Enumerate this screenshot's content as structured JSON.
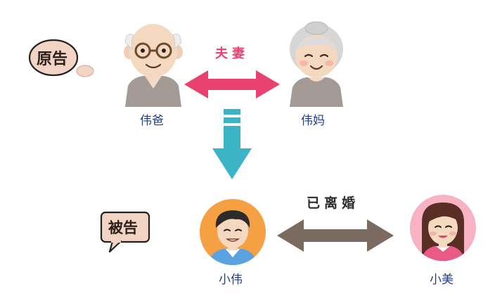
{
  "badges": {
    "plaintiff": "原告",
    "defendant": "被告"
  },
  "people": {
    "father": "伟爸",
    "mother": "伟妈",
    "son": "小伟",
    "ex_wife": "小美"
  },
  "relations": {
    "spouses": "夫妻",
    "divorced": "已离婚"
  },
  "colors": {
    "spouse_arrow": "#e8416f",
    "down_arrow": "#3cb4c7",
    "divorce_arrow": "#7a6a60",
    "name_text": "#1f3f8a",
    "badge_bg": "#f3d3c4"
  }
}
